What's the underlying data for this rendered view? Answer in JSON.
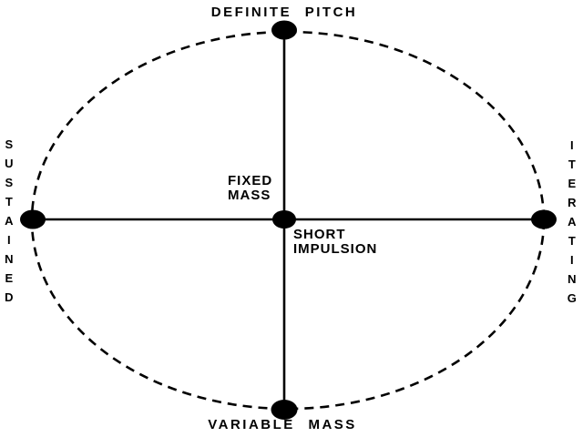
{
  "diagram": {
    "top_label": "DEFINITE PITCH",
    "bottom_label": "VARIABLE MASS",
    "left_label": "SUSTAINED",
    "right_label": "ITERATING",
    "center_above": {
      "line1": "FIXED",
      "line2": "MASS"
    },
    "center_below": {
      "line1": "SHORT",
      "line2": "IMPULSION"
    },
    "colors": {
      "foreground": "#000000",
      "background": "#ffffff"
    }
  }
}
